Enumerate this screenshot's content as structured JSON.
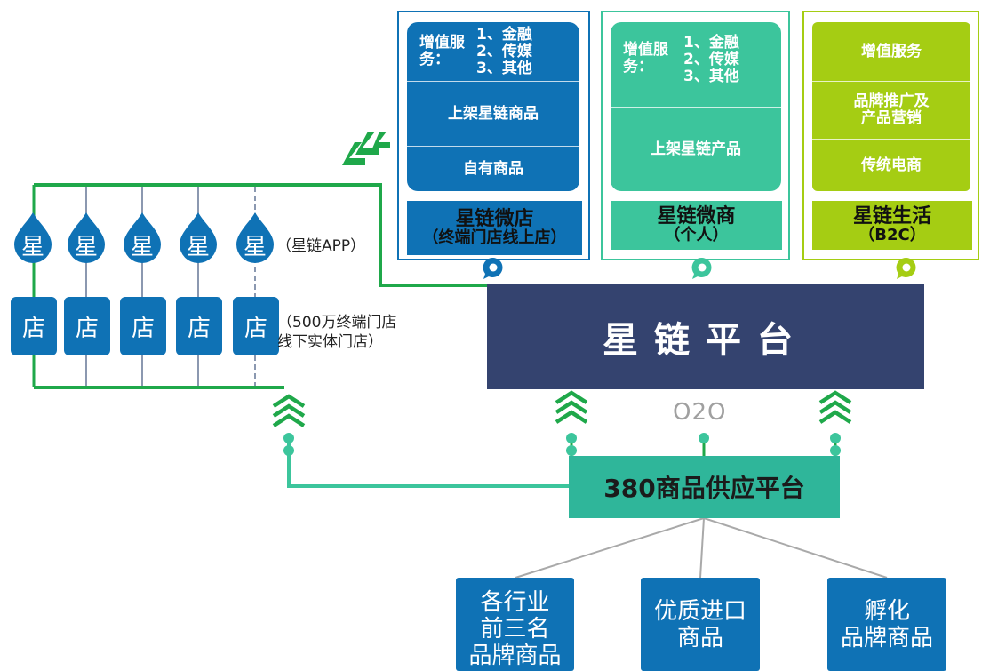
{
  "colors": {
    "blue": "#0f72b5",
    "teal": "#3cc59c",
    "lime": "#a5cd13",
    "navy": "#34436f",
    "supply_green": "#2fb69a",
    "line_green": "#1fa84a",
    "gray_line": "#a9a9a9"
  },
  "panels": {
    "weidian": {
      "vas_label": "增值服务：",
      "vas_items": [
        "1、金融",
        "2、传媒",
        "3、其他"
      ],
      "row2": "上架星链商品",
      "row3": "自有商品",
      "title": "星链微店",
      "subtitle": "（终端门店线上店）",
      "icon": "location-pin-icon"
    },
    "weishang": {
      "vas_label": "增值服务：",
      "vas_items": [
        "1、金融",
        "2、传媒",
        "3、其他"
      ],
      "row2": "上架星链产品",
      "title": "星链微商",
      "subtitle": "（个人）",
      "icon": "location-pin-icon"
    },
    "shenghuo": {
      "row1": "增值服务",
      "row2": "品牌推广及产品营销",
      "row3": "传统电商",
      "title": "星链生活",
      "subtitle": "（B2C）",
      "icon": "location-pin-icon"
    }
  },
  "left": {
    "drop_char": "星",
    "store_char": "店",
    "app_note": "（星链APP）",
    "store_note_line1": "（500万终端门店",
    "store_note_line2": "线下实体门店）",
    "arrow_icon": "double-chevron-arrow-icon"
  },
  "platform": {
    "label": "星链平台"
  },
  "o2o": "O2O",
  "supply": {
    "label": "380商品供应平台"
  },
  "sources": [
    {
      "lines": [
        "各行业",
        "前三名",
        "品牌商品"
      ]
    },
    {
      "lines": [
        "优质进口",
        "商品"
      ]
    },
    {
      "lines": [
        "孵化",
        "品牌商品"
      ]
    }
  ]
}
